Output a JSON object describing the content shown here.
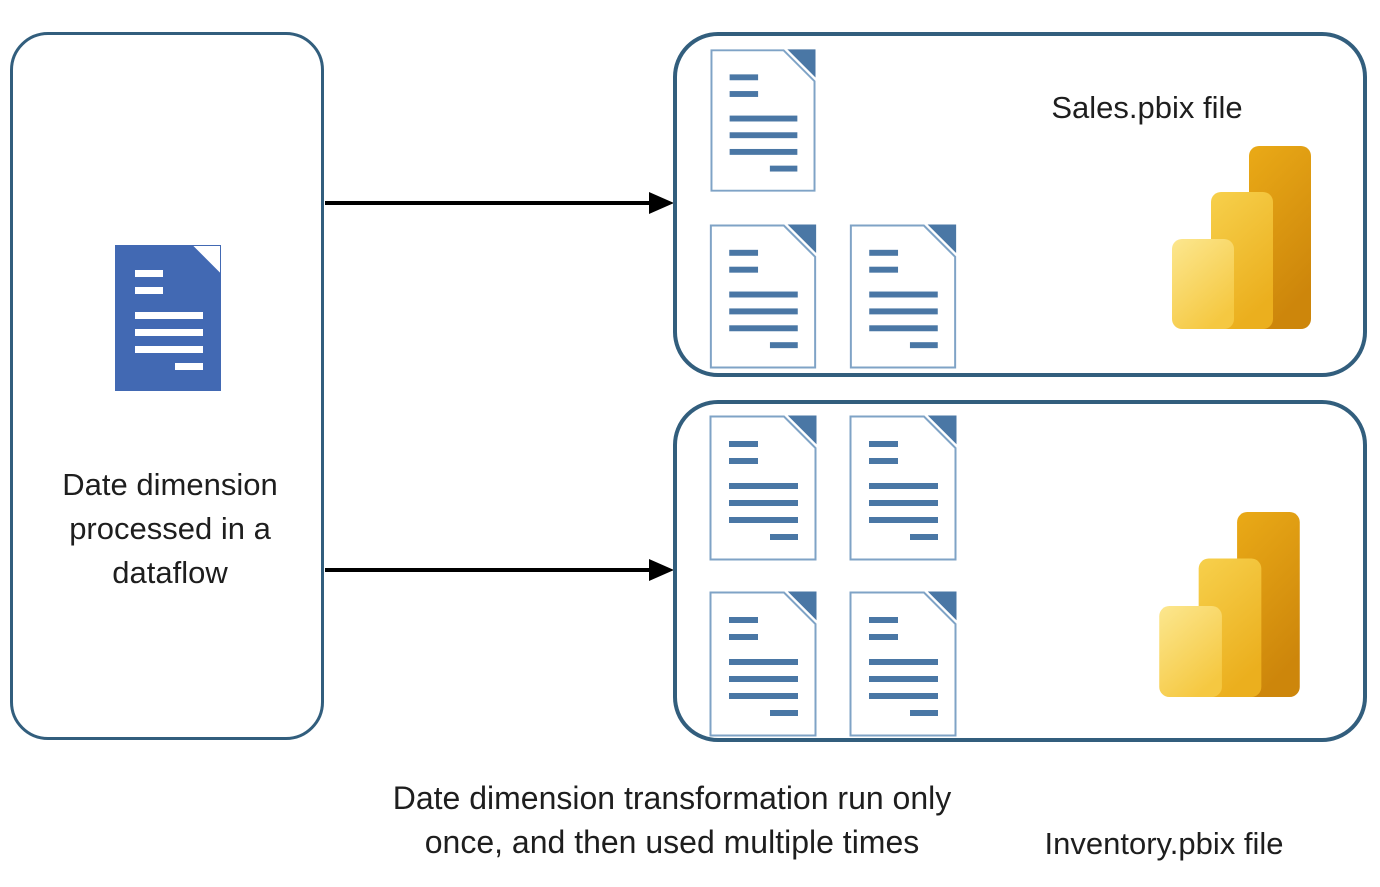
{
  "diagram": {
    "left_panel": {
      "label": "Date dimension\nprocessed in a\ndataflow",
      "icon": "blue-document-icon"
    },
    "sales_panel": {
      "title": "Sales.pbix file",
      "document_count": 3,
      "icon": "power-bi-logo"
    },
    "inventory_panel": {
      "title": "Inventory.pbix file",
      "document_count": 4,
      "icon": "power-bi-logo"
    },
    "caption": "Date dimension transformation run only\nonce, and then used multiple times",
    "colors": {
      "box_border": "#325E7D",
      "arrow": "#000000",
      "blue_document_fill": "#4269B3",
      "white_document_outline": "#7FA3C6",
      "document_line": "#4A77A5",
      "pbi_bar_light": "#FBE68C",
      "pbi_bar_mid": "#F3C534",
      "pbi_bar_dark": "#D6910D"
    }
  }
}
